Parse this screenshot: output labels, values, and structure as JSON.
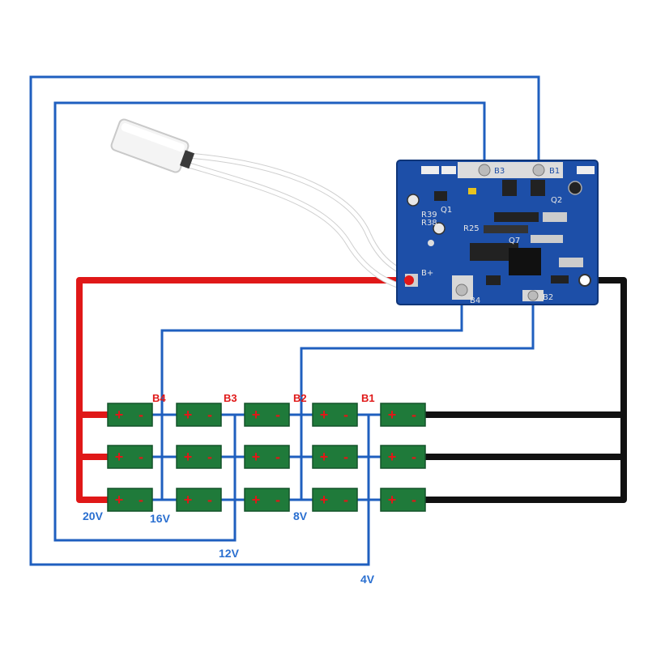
{
  "colors": {
    "wire_blue": "#1f5fbf",
    "wire_red": "#e01818",
    "wire_black": "#111111",
    "label_blue": "#2a6fd0",
    "label_red": "#e01818",
    "cell_green": "#1f7a3a",
    "cell_sign": "#e01818",
    "pcb_blue": "#1d4fa8"
  },
  "node_labels": [
    "B4",
    "B3",
    "B2",
    "B1"
  ],
  "voltage_labels": [
    "20V",
    "16V",
    "12V",
    "8V",
    "4V"
  ],
  "pcb_pads": [
    "B3",
    "B1",
    "B+",
    "B4",
    "B2"
  ],
  "pcb_silkscreen": [
    "R39",
    "R38",
    "R25",
    "Q1",
    "Q2",
    "Q7"
  ],
  "cell_signs": [
    "+",
    "-"
  ],
  "icons": {
    "temperature_sensor": "ntc-thermistor-icon",
    "bms_board": "pcb-board-icon",
    "battery_cell": "battery-cell-icon"
  }
}
